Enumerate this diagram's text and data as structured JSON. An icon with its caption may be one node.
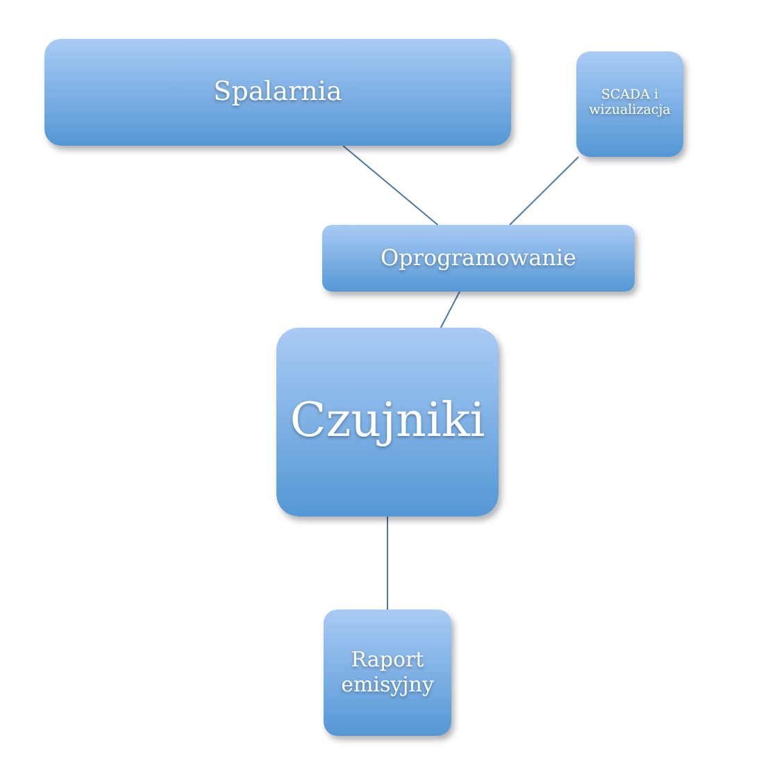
{
  "diagram": {
    "nodes": [
      {
        "text": [
          "Spalarnia"
        ]
      },
      {
        "text": [
          "SCADA i wizualizacja"
        ]
      },
      {
        "text": [
          "Oprogramowanie"
        ]
      },
      {
        "text": [
          "Czujniki"
        ]
      },
      {
        "text": [
          "Raport emisyjny"
        ]
      }
    ],
    "edges": [
      {
        "from": 0,
        "to": 2,
        "arrow": "none"
      },
      {
        "from": 1,
        "to": 2,
        "arrow": "none"
      },
      {
        "from": 2,
        "to": 3,
        "arrow": "none"
      },
      {
        "from": 3,
        "to": 4,
        "arrow": "none"
      }
    ]
  }
}
